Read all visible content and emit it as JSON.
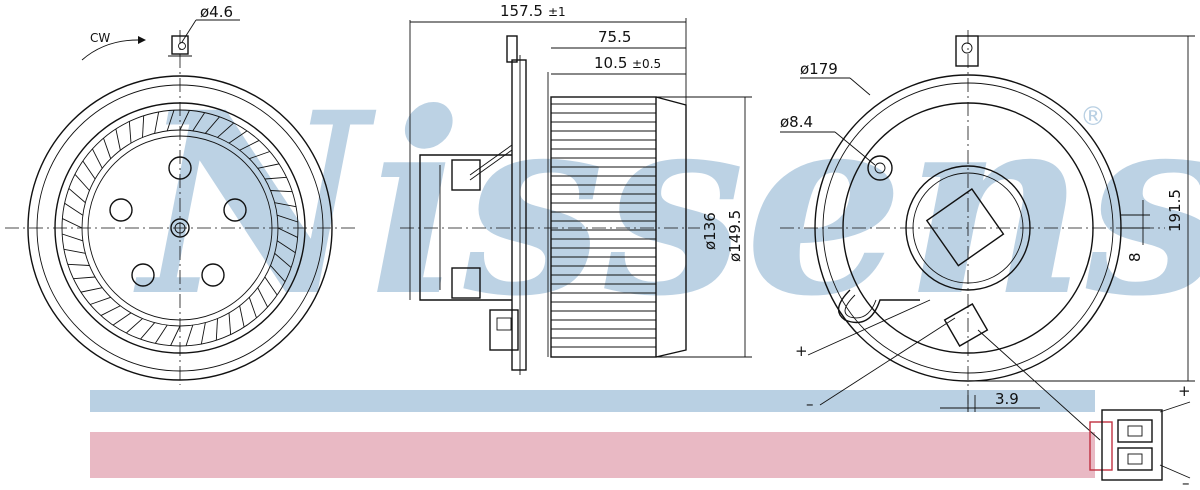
{
  "watermark": {
    "brand": "Nissens",
    "registered": "®",
    "color": "#b9d0e3"
  },
  "bands": {
    "blue": "#b9d0e3",
    "pink": "#e9b9c4"
  },
  "front_view": {
    "rotation_label": "CW",
    "hole_dim": "ø4.6"
  },
  "side_view": {
    "overall_length": "157.5",
    "overall_tol": "±1",
    "wheel_width": "75.5",
    "offset": "10.5",
    "offset_tol": "±0.5",
    "wheel_dia": "ø136",
    "housing_dia": "ø149.5"
  },
  "rear_view": {
    "flange_dia": "ø179",
    "bolt_hole": "ø8.4",
    "height": "191.5",
    "center_offset": "8",
    "pin_offset": "3.9",
    "plus_label": "+",
    "minus_label": "–"
  },
  "connector": {
    "plus": "+",
    "minus": "–"
  }
}
